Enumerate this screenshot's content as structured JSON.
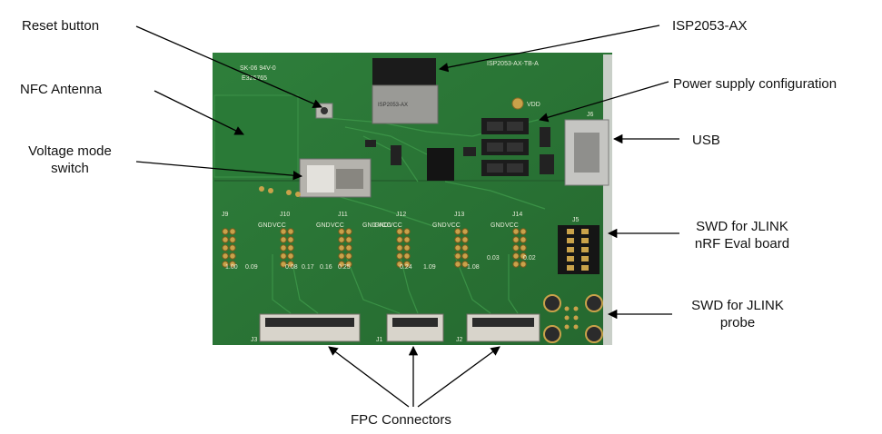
{
  "callouts": {
    "reset_button": "Reset button",
    "nfc_antenna": "NFC Antenna",
    "voltage_mode_switch_line1": "Voltage mode",
    "voltage_mode_switch_line2": "switch",
    "isp_module": "ISP2053-AX",
    "power_supply_config": "Power supply configuration",
    "usb": "USB",
    "swd_jlink_eval_line1": "SWD for JLINK",
    "swd_jlink_eval_line2": "nRF Eval board",
    "swd_jlink_probe_line1": "SWD for JLINK",
    "swd_jlink_probe_line2": "probe",
    "fpc_connectors": "FPC Connectors"
  },
  "board": {
    "name_silk": "ISP2053-AX-TB-A",
    "cert_silk_1": "SK-06 94V-0",
    "cert_silk_2": "E326765",
    "module_marking": "ISP2053-AX",
    "headers": [
      "J9",
      "J10",
      "J11",
      "J12",
      "J13",
      "J14",
      "J5"
    ],
    "header_pin_labels": [
      "GND",
      "VCC"
    ],
    "values": [
      "1.00",
      "0.09",
      "0.08",
      "0.17",
      "0.16",
      "0.25",
      "0.24",
      "1.09",
      "1.08",
      "0.03",
      "0.02"
    ],
    "fpc": [
      "J3",
      "J1",
      "J2"
    ],
    "vdd_label": "VDD",
    "usb_connector_label": "J6"
  },
  "colors": {
    "pcb": "#2f7a3a",
    "pcb_dark": "#1f5d2a",
    "silk": "#e6ecd8",
    "arrow": "#000000"
  }
}
